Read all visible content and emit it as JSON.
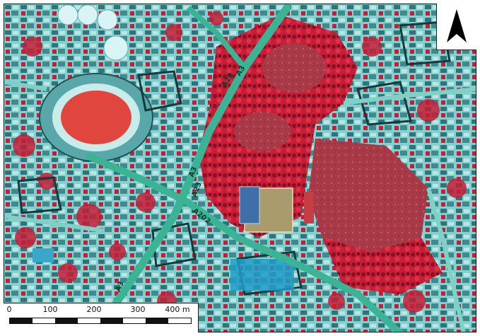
{
  "map": {
    "imagery": "false-color infrared aerial photograph",
    "colors": {
      "vegetation": "#c8203a",
      "vegetation_dark": "#7a0f22",
      "urban": "#8fd3d2",
      "urban_dark": "#2e6e72",
      "road": "#3db595",
      "stadium_pitch": "#e0463e",
      "sports_field": "#a89a6c",
      "tennis_court": "#3c6fa6",
      "water_tank": "#d8f4f4"
    },
    "road_labels": [
      {
        "text": "A3"
      },
      {
        "text": "A23"
      },
      {
        "text": "A3"
      },
      {
        "text": "A23"
      },
      {
        "text": "A202"
      },
      {
        "text": "A3"
      }
    ]
  },
  "north_arrow": {
    "icon": "north-arrow-icon"
  },
  "scale_bar": {
    "ticks": [
      "0",
      "100",
      "200",
      "300",
      "400 m"
    ],
    "segments": 8
  }
}
